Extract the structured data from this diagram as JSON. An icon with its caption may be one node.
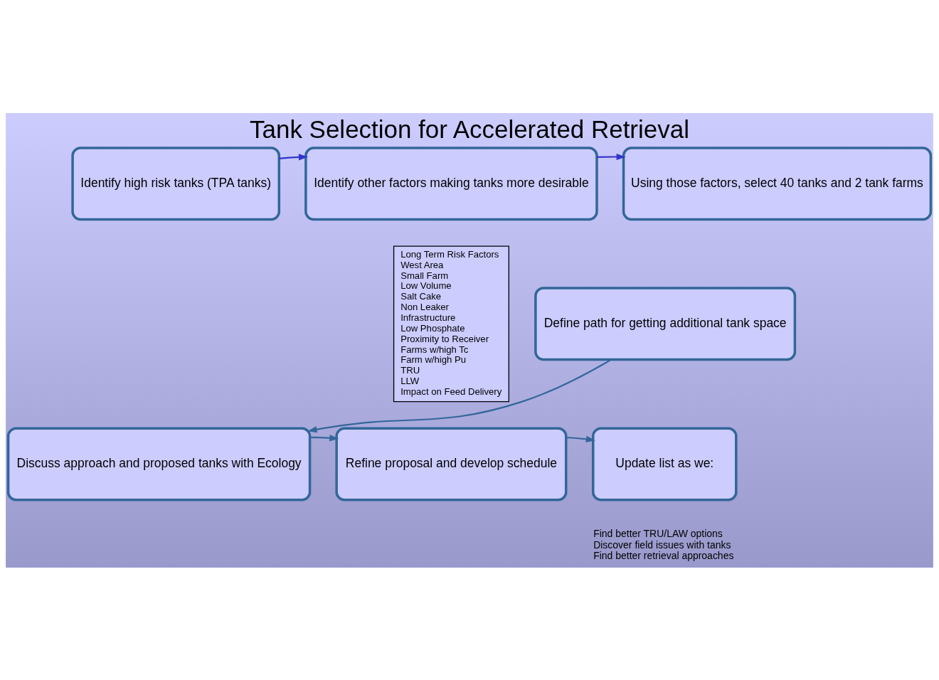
{
  "diagram": {
    "title": "Tank Selection for Accelerated Retrieval",
    "nodes": [
      {
        "text": [
          "Identify high risk tanks (TPA tanks)"
        ]
      },
      {
        "text": [
          "Identify other factors making tanks more desirable"
        ]
      },
      {
        "text": [
          "Using those factors, select 40 tanks and 2 tank farms"
        ]
      },
      {
        "text": [
          "Long Term Risk Factors",
          "West Area",
          "Small Farm",
          "Low Volume",
          "Salt Cake",
          "Non Leaker",
          "Infrastructure",
          "Low Phosphate",
          "Proximity to Receiver",
          "Farms w/high Tc",
          "Farm w/high Pu",
          "TRU",
          "LLW",
          "Impact on Feed Delivery"
        ]
      },
      {
        "text": [
          "Define path for getting additional tank space"
        ]
      },
      {
        "text": [
          "Discuss approach and proposed tanks with Ecology"
        ]
      },
      {
        "text": [
          "Refine proposal and develop schedule"
        ]
      },
      {
        "text": [
          "Update list as we:"
        ],
        "beside": [
          "Find better TRU/LAW options",
          "Discover field issues with tanks",
          "Find better retrieval approaches"
        ]
      }
    ],
    "edges": [
      {
        "from": 0,
        "to": 1,
        "arrow": "to",
        "color": "#3333cc"
      },
      {
        "from": 1,
        "to": 2,
        "arrow": "to",
        "color": "#3333cc"
      },
      {
        "from": 4,
        "to": 5,
        "arrow": "to"
      },
      {
        "from": 5,
        "to": 6,
        "arrow": "to"
      },
      {
        "from": 6,
        "to": 7,
        "arrow": "to"
      }
    ]
  }
}
